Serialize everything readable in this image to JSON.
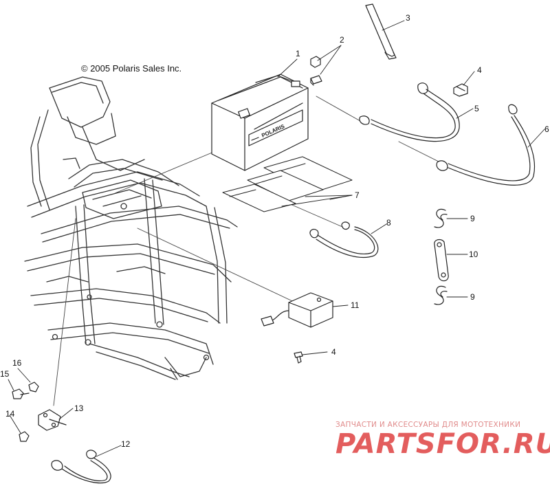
{
  "copyright": "© 2005 Polaris Sales Inc.",
  "battery_label": "POLARIS",
  "callouts": [
    "1",
    "2",
    "3",
    "4",
    "5",
    "6",
    "7",
    "8",
    "9",
    "10",
    "9",
    "11",
    "4",
    "12",
    "13",
    "14",
    "15",
    "16"
  ],
  "watermark": {
    "tagline": "ЗАПЧАСТИ И АКСЕССУАРЫ ДЛЯ МОТОТЕХНИКИ",
    "brand": "PARTSFOR.RU"
  },
  "colors": {
    "line": "#222222",
    "watermark": "#e35d5d",
    "background": "#ffffff"
  }
}
